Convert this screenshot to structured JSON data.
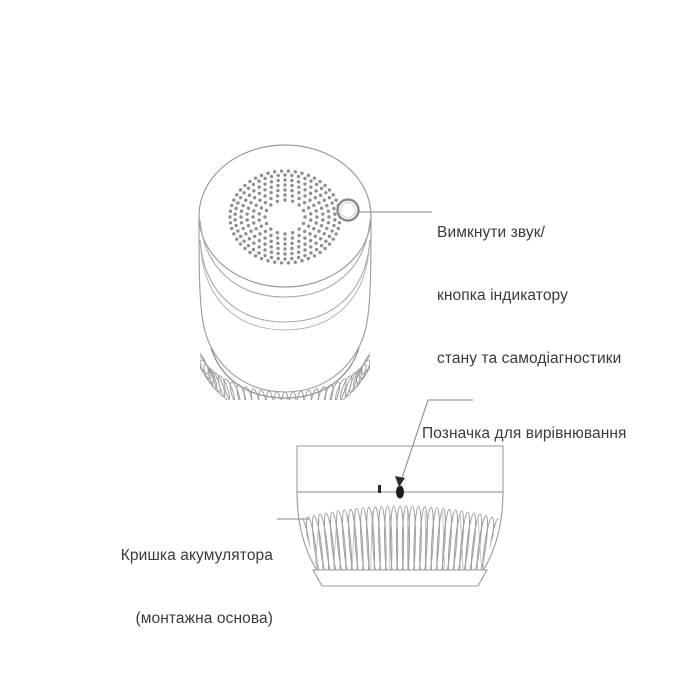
{
  "figure": {
    "title": "Smoke detector exploded callout diagram",
    "background_color": "#ffffff",
    "line_color": "#8a8a8a",
    "text_color": "#3a3a3a",
    "mark_color": "#1a1a1a"
  },
  "callouts": {
    "button": {
      "name": "mute / status indicator and self-test button",
      "line1": "Вимкнути звук/",
      "line2": "кнопка індикатору",
      "line3": "стану та самодіагностики"
    },
    "alignment": {
      "name": "alignment mark",
      "line1": "Позначка для вирівнювання"
    },
    "battery": {
      "name": "battery cover / mounting base",
      "line1": "Кришка акумулятора",
      "line2": "(монтажна основа)"
    }
  },
  "parts": {
    "top_view": {
      "name": "detector-top-view",
      "features": [
        "perforated-dot-ring",
        "status-button",
        "side-wall",
        "vent-band"
      ]
    },
    "bottom_view": {
      "name": "detector-base-view",
      "features": [
        "upper-band",
        "divider-line",
        "alignment-mark",
        "small-tick-mark",
        "vent-slot-band",
        "base-rim"
      ]
    }
  }
}
